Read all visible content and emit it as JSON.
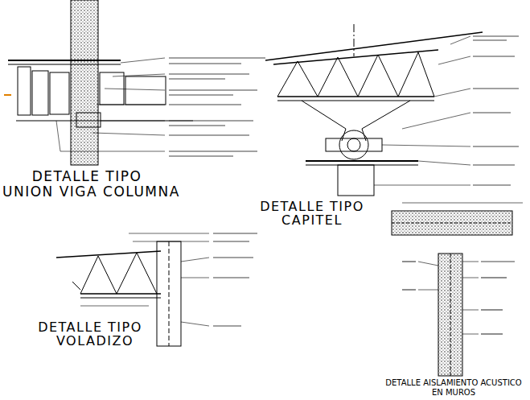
{
  "diagram": {
    "labels": [
      "DETALLE TIPO",
      "UNION VIGA COLUMNA",
      "DETALLE TIPO",
      "CAPITEL",
      "DETALLE TIPO",
      "VOLADIZO",
      "DETALLE AISLAMIENTO ACUSTICO",
      "EN MUROS"
    ]
  }
}
